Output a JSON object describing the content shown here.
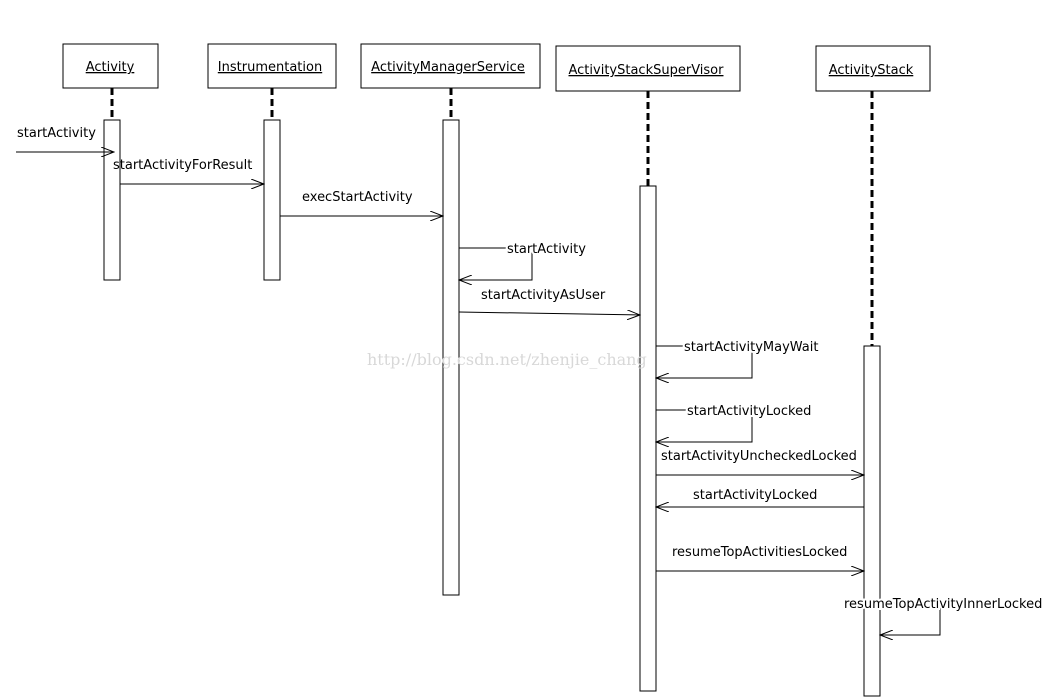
{
  "participants": [
    {
      "id": "activity",
      "label": "Activity"
    },
    {
      "id": "instrumentation",
      "label": "Instrumentation"
    },
    {
      "id": "ams",
      "label": "ActivityManagerService"
    },
    {
      "id": "supervisor",
      "label": "ActivityStackSuperVisor"
    },
    {
      "id": "stack",
      "label": "ActivityStack"
    }
  ],
  "messages": [
    {
      "id": "m1",
      "from": "external",
      "to": "activity",
      "label": "startActivity"
    },
    {
      "id": "m2",
      "from": "activity",
      "to": "instrumentation",
      "label": "startActivityForResult"
    },
    {
      "id": "m3",
      "from": "instrumentation",
      "to": "ams",
      "label": "execStartActivity"
    },
    {
      "id": "m4",
      "from": "ams",
      "to": "ams",
      "label": "startActivity"
    },
    {
      "id": "m5",
      "from": "ams",
      "to": "supervisor",
      "label": "startActivityAsUser"
    },
    {
      "id": "m6",
      "from": "supervisor",
      "to": "supervisor",
      "label": "startActivityMayWait"
    },
    {
      "id": "m7",
      "from": "supervisor",
      "to": "supervisor",
      "label": "startActivityLocked"
    },
    {
      "id": "m8",
      "from": "supervisor",
      "to": "stack",
      "label": "startActivityUncheckedLocked"
    },
    {
      "id": "m9",
      "from": "stack",
      "to": "supervisor",
      "label": "startActivityLocked"
    },
    {
      "id": "m10",
      "from": "supervisor",
      "to": "stack",
      "label": "resumeTopActivitiesLocked"
    },
    {
      "id": "m11",
      "from": "stack",
      "to": "stack",
      "label": "resumeTopActivityInnerLocked"
    }
  ],
  "watermark": "http://blog.csdn.net/zhenjie_chang"
}
